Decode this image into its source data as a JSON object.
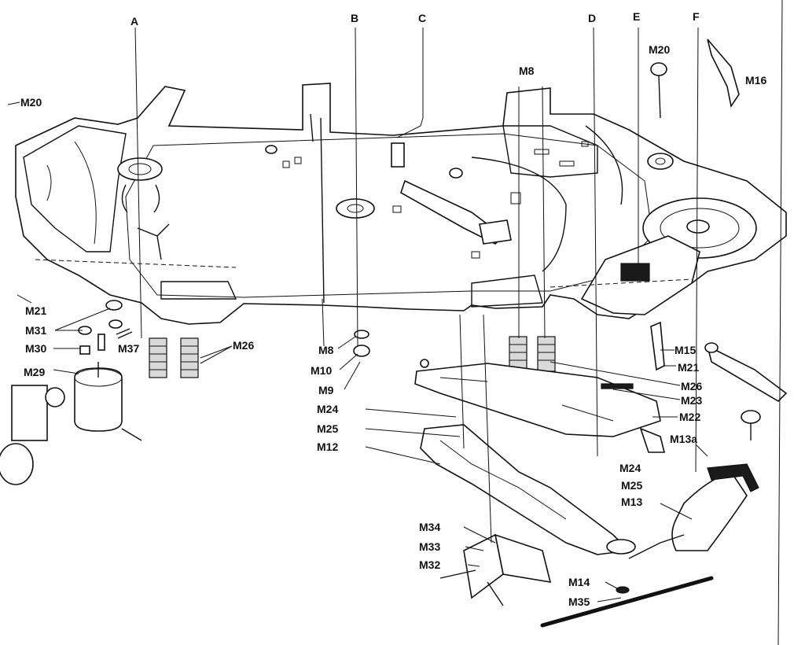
{
  "diagram": {
    "column_labels": [
      "A",
      "B",
      "C",
      "D",
      "E",
      "F"
    ],
    "part_labels": [
      "M20",
      "M20",
      "M16",
      "M8",
      "M21",
      "M31",
      "M30",
      "M37",
      "M29",
      "M26",
      "M8",
      "M10",
      "M9",
      "M15",
      "M21",
      "M26",
      "M23",
      "M22",
      "M24",
      "M25",
      "M12",
      "M13a",
      "M24",
      "M25",
      "M13",
      "M34",
      "M33",
      "M32",
      "M14",
      "M35"
    ],
    "colors": {
      "ink": "#111111",
      "paper": "#ffffff"
    }
  }
}
